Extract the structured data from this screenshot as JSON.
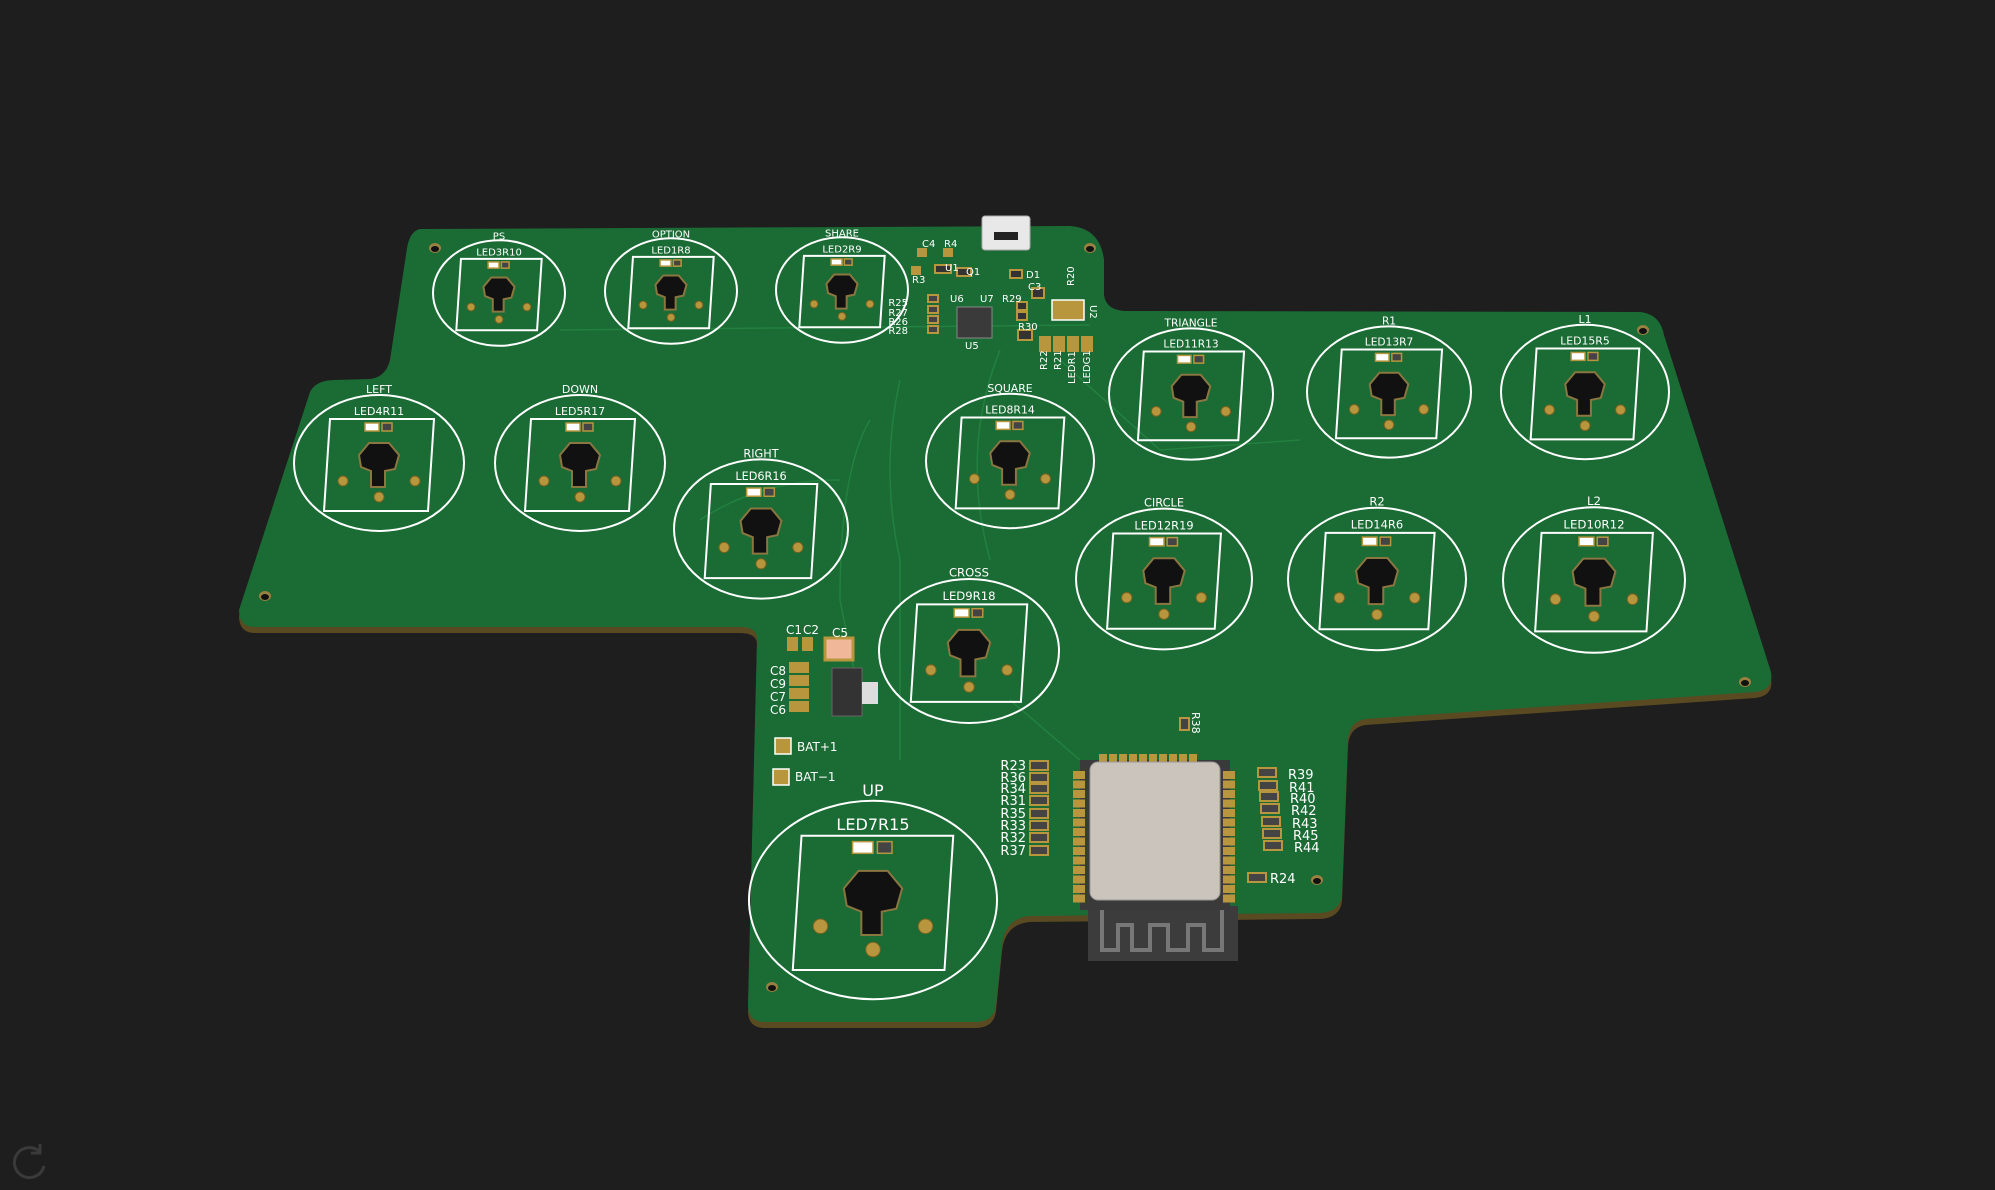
{
  "viewer": {
    "board_color": "#1a6b34",
    "silkscreen_color": "#ffffff",
    "pad_color": "#b8963e",
    "background_color": "#1e1e1e",
    "rotate_control_icon": "rotate-clockwise-icon"
  },
  "buttons": [
    {
      "name": "PS",
      "refs": "LED3R10"
    },
    {
      "name": "OPTION",
      "refs": "LED1R8"
    },
    {
      "name": "SHARE",
      "refs": "LED2R9"
    },
    {
      "name": "LEFT",
      "refs": "LED4R11"
    },
    {
      "name": "DOWN",
      "refs": "LED5R17"
    },
    {
      "name": "RIGHT",
      "refs": "LED6R16"
    },
    {
      "name": "SQUARE",
      "refs": "LED8R14"
    },
    {
      "name": "TRIANGLE",
      "refs": "LED11R13"
    },
    {
      "name": "R1",
      "refs": "LED13R7"
    },
    {
      "name": "L1",
      "refs": "LED15R5"
    },
    {
      "name": "CIRCLE",
      "refs": "LED12R19"
    },
    {
      "name": "R2",
      "refs": "LED14R6"
    },
    {
      "name": "L2",
      "refs": "LED10R12"
    },
    {
      "name": "CROSS",
      "refs": "LED9R18"
    },
    {
      "name": "UP",
      "refs": "LED7R15"
    }
  ],
  "components": {
    "top": [
      "C4",
      "R4",
      "R3",
      "U1",
      "Q1",
      "D1",
      "C3",
      "R20",
      "R25",
      "R27",
      "R26",
      "R28",
      "U6",
      "U7",
      "U5",
      "R29",
      "R30",
      "U2",
      "R22",
      "R21",
      "LEDR1",
      "LEDG1"
    ],
    "power": [
      "C1",
      "C2",
      "C5",
      "C8",
      "C9",
      "C7",
      "C6",
      "BAT+1",
      "BAT−1"
    ],
    "module_left": [
      "R23",
      "R36",
      "R34",
      "R31",
      "R35",
      "R33",
      "R32",
      "R37"
    ],
    "module_right": [
      "R39",
      "R41",
      "R40",
      "R42",
      "R43",
      "R45",
      "R44"
    ],
    "misc": [
      "R24",
      "R38"
    ]
  }
}
